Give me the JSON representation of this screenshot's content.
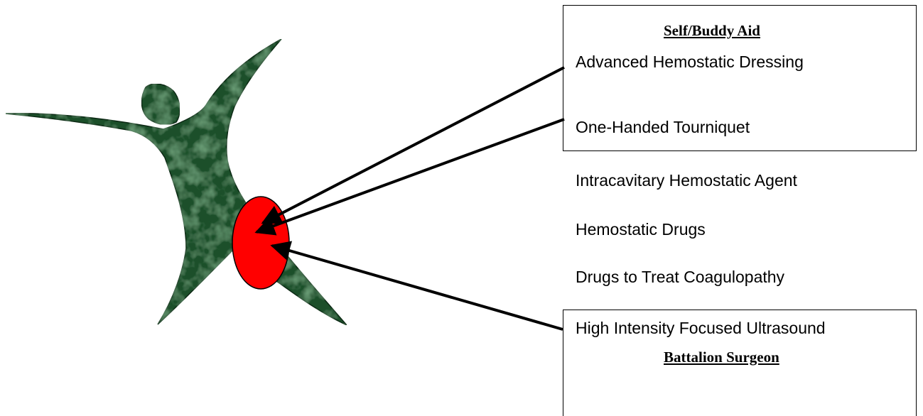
{
  "colors": {
    "figure": "#1f4f2a",
    "figure_highlight": "#3d7a48",
    "wound": "#ff0000",
    "line": "#000000"
  },
  "boxes": {
    "self_buddy_aid": {
      "heading": "Self/Buddy Aid",
      "items": [
        "Advanced Hemostatic Dressing",
        "One-Handed Tourniquet"
      ]
    },
    "battalion_surgeon": {
      "heading": "Battalion Surgeon"
    }
  },
  "items": [
    "Intracavitary Hemostatic Agent",
    "Hemostatic Drugs",
    "Drugs to Treat Coagulopathy",
    "High Intensity Focused Ultrasound"
  ]
}
